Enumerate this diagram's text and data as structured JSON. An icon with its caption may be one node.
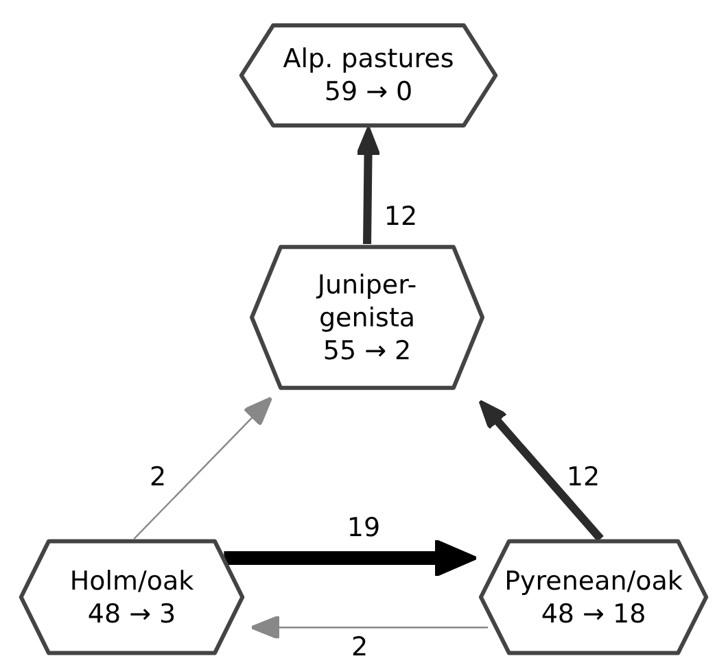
{
  "diagram": {
    "nodes": [
      {
        "text": [
          "Alp. pastures",
          "59 → 0"
        ]
      },
      {
        "text": [
          "Juniper-genista",
          "55 → 2"
        ]
      },
      {
        "text": [
          "Holm/oak",
          "48 → 3"
        ]
      },
      {
        "text": [
          "Pyrenean/oak",
          "48 → 18"
        ]
      }
    ],
    "edges": [
      {
        "from": 1,
        "to": 0,
        "arrow": "to",
        "label": "12"
      },
      {
        "from": 2,
        "to": 1,
        "arrow": "to",
        "label": "2",
        "color": "#888888"
      },
      {
        "from": 2,
        "to": 3,
        "arrow": "to",
        "label": "19",
        "color": "#000000"
      },
      {
        "from": 3,
        "to": 1,
        "arrow": "to",
        "label": "12"
      },
      {
        "from": 3,
        "to": 2,
        "arrow": "to",
        "label": "2",
        "color": "#888888"
      }
    ]
  }
}
